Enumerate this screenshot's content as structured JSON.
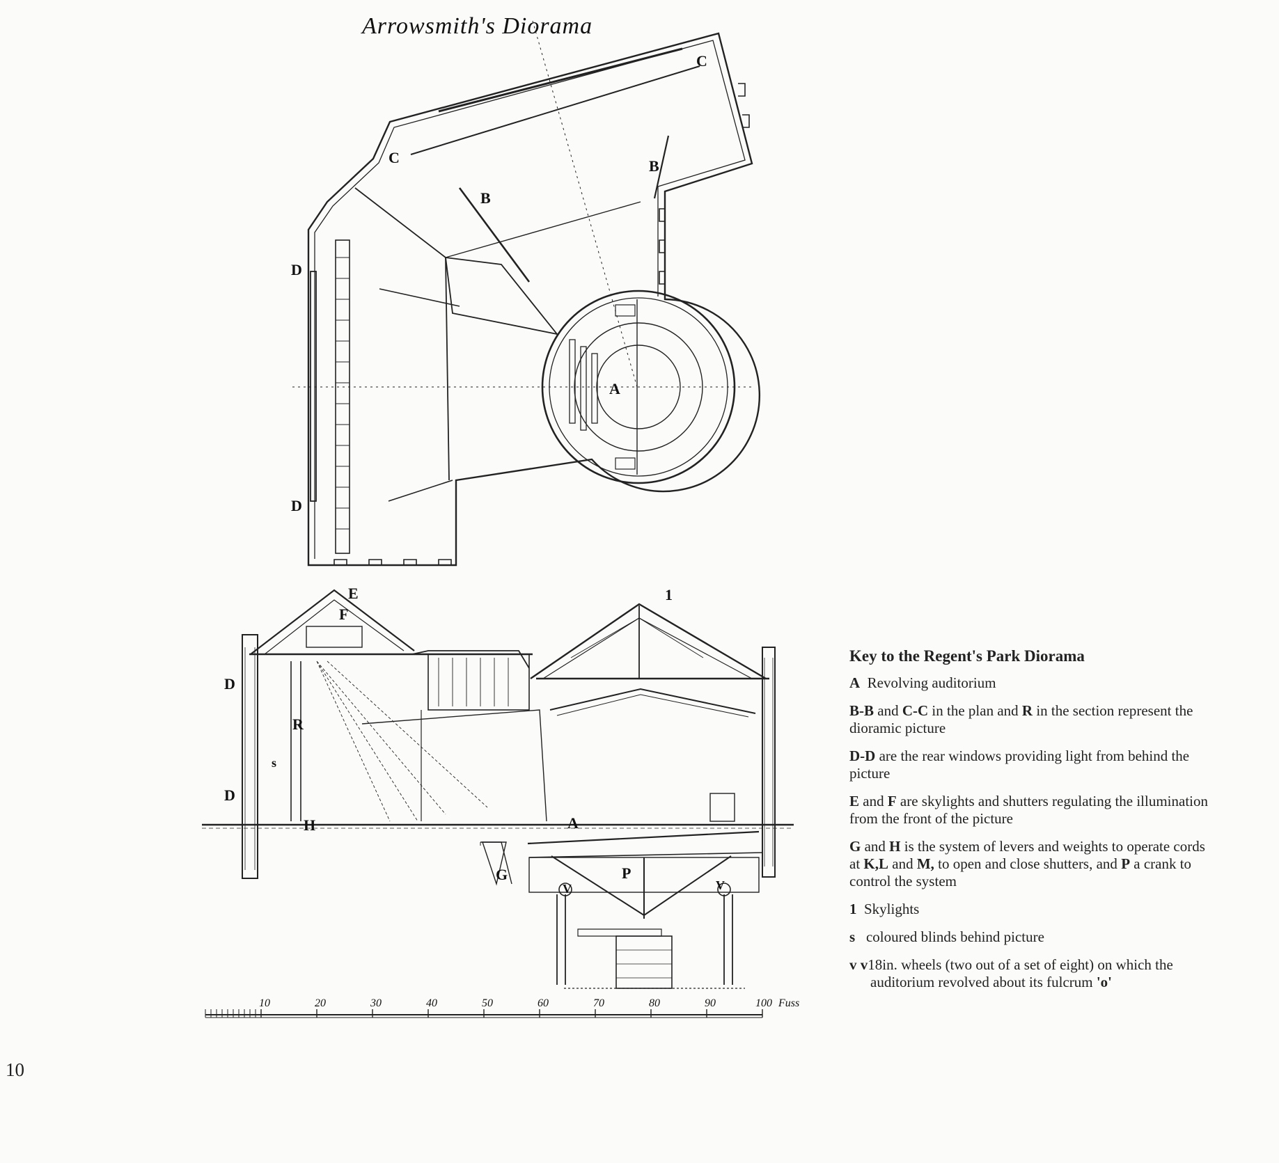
{
  "drawing": {
    "script_title": "Arrowsmith's Diorama",
    "plan_labels": {
      "C_top": "C",
      "C_left": "C",
      "B_right": "B",
      "B_mid": "B",
      "D_upper": "D",
      "D_lower": "D",
      "A": "A"
    },
    "section_labels": {
      "E": "E",
      "F": "F",
      "one": "1",
      "D_upper": "D",
      "D_lower": "D",
      "R": "R",
      "s": "s",
      "H": "H",
      "G": "G",
      "A": "A",
      "P": "P",
      "V_left": "V",
      "V_right": "V"
    },
    "scale": {
      "ticks": [
        "10",
        "20",
        "30",
        "40",
        "50",
        "60",
        "70",
        "80",
        "90",
        "100"
      ],
      "unit": "Fuss"
    }
  },
  "key": {
    "title": "Key to the Regent's Park Diorama",
    "items": [
      {
        "term": "A",
        "text": "Revolving auditorium"
      },
      {
        "term": "B-B",
        "text_a": "and",
        "term2": "C-C",
        "text_b": "in the plan and",
        "term3": "R",
        "text_c": "in the section represent the dioramic picture"
      },
      {
        "term": "D-D",
        "text": "are the rear windows providing light from behind the picture"
      },
      {
        "term": "E",
        "text_a": "and",
        "term2": "F",
        "text_b": "are skylights and shutters regulating the illumination from the front of the picture"
      },
      {
        "term": "G",
        "text_a": "and",
        "term2": "H",
        "text_b": "is the system of levers and weights to operate cords at",
        "term3": "K,L",
        "text_c": "and",
        "term4": "M,",
        "text_d": "to open and close shutters, and",
        "term5": "P",
        "text_e": "a crank to control the system"
      },
      {
        "term": "1",
        "text": "Skylights"
      },
      {
        "term": "s",
        "text": "coloured blinds behind picture"
      },
      {
        "term": "v v",
        "text": "18in. wheels (two out of a set of eight) on which the auditorium revolved about its fulcrum",
        "quote": "'o'"
      }
    ]
  },
  "page_number": "10"
}
